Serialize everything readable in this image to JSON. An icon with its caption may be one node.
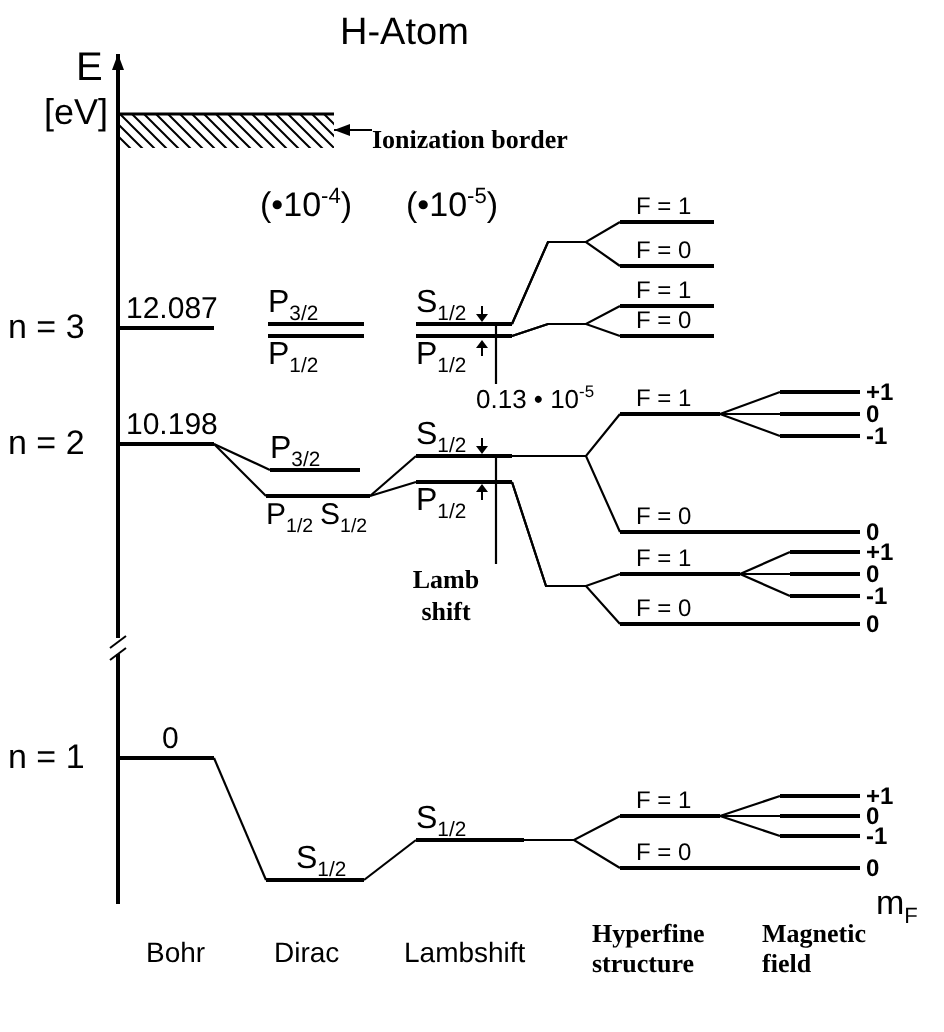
{
  "diagram": {
    "title": "H-Atom",
    "nodes": [
      {
        "text": [],
        "shape": "box"
      },
      {
        "text": [
          "Ionization border"
        ]
      },
      {
        "text": [
          "12.087"
        ]
      },
      {
        "text": [
          "10.198"
        ]
      },
      {
        "text": [
          "0"
        ]
      },
      {
        "text": [
          "P$_{3/2}$"
        ]
      },
      {
        "text": [
          "P$_{1/2}$"
        ]
      },
      {
        "text": [
          "P$_{3/2}$"
        ]
      },
      {
        "text": [
          "P$_{1/2}$",
          "S$_{1/2}$"
        ]
      },
      {
        "text": [
          "S$_{1/2}$"
        ]
      },
      {
        "text": [
          "S$_{1/2}$"
        ]
      },
      {
        "text": [
          "P$_{1/2}$"
        ]
      },
      {
        "text": [
          "S$_{1/2}$"
        ]
      },
      {
        "text": [
          "P$_{1/2}$"
        ]
      },
      {
        "text": [
          "S$_{1/2}$"
        ]
      },
      {
        "text": [
          "F = 1"
        ]
      },
      {
        "text": [
          "F = 0"
        ]
      },
      {
        "text": [
          "F = 1"
        ]
      },
      {
        "text": [
          "F = 0"
        ]
      },
      {
        "text": [
          "F = 1"
        ]
      },
      {
        "text": [
          "F = 0"
        ],
        "beside": [
          "0"
        ]
      },
      {
        "text": [
          "F = 1"
        ]
      },
      {
        "text": [
          "F = 0"
        ],
        "beside": [
          "0"
        ]
      },
      {
        "text": [
          "F = 1"
        ]
      },
      {
        "text": [
          "F = 0"
        ],
        "beside": [
          "0"
        ]
      },
      {
        "text": [
          "+1"
        ]
      },
      {
        "text": [
          "0"
        ]
      },
      {
        "text": [
          "-1"
        ]
      },
      {
        "text": [
          "+1"
        ]
      },
      {
        "text": [
          "0"
        ]
      },
      {
        "text": [
          "-1"
        ]
      },
      {
        "text": [
          "+1"
        ]
      },
      {
        "text": [
          "0"
        ]
      },
      {
        "text": [
          "-1"
        ]
      },
      {
        "text": [
          "0.13 • 10$^{-5}$"
        ]
      },
      {
        "text": [
          "Lamb shift"
        ]
      }
    ],
    "edges": [
      {
        "from": 1,
        "to": 0,
        "arrow": "to"
      },
      {
        "from": 3,
        "to": 7,
        "arrow": "none"
      },
      {
        "from": 3,
        "to": 8,
        "arrow": "none"
      },
      {
        "from": 4,
        "to": 9,
        "arrow": "none"
      },
      {
        "from": 8,
        "to": 12,
        "arrow": "none"
      },
      {
        "from": 8,
        "to": 13,
        "arrow": "none"
      },
      {
        "from": 9,
        "to": 14,
        "arrow": "none"
      },
      {
        "from": 10,
        "to": 15,
        "arrow": "none"
      },
      {
        "from": 10,
        "to": 16,
        "arrow": "none"
      },
      {
        "from": 11,
        "to": 17,
        "arrow": "none"
      },
      {
        "from": 11,
        "to": 18,
        "arrow": "none"
      },
      {
        "from": 12,
        "to": 19,
        "arrow": "none"
      },
      {
        "from": 12,
        "to": 20,
        "arrow": "none"
      },
      {
        "from": 13,
        "to": 21,
        "arrow": "none"
      },
      {
        "from": 13,
        "to": 22,
        "arrow": "none"
      },
      {
        "from": 14,
        "to": 23,
        "arrow": "none"
      },
      {
        "from": 14,
        "to": 24,
        "arrow": "none"
      },
      {
        "from": 19,
        "to": 25,
        "arrow": "none"
      },
      {
        "from": 19,
        "to": 26,
        "arrow": "none"
      },
      {
        "from": 19,
        "to": 27,
        "arrow": "none"
      },
      {
        "from": 21,
        "to": 28,
        "arrow": "none"
      },
      {
        "from": 21,
        "to": 29,
        "arrow": "none"
      },
      {
        "from": 21,
        "to": 30,
        "arrow": "none"
      },
      {
        "from": 23,
        "to": 31,
        "arrow": "none"
      },
      {
        "from": 23,
        "to": 32,
        "arrow": "none"
      },
      {
        "from": 23,
        "to": 33,
        "arrow": "none"
      },
      {
        "from": 34,
        "to": 10,
        "arrow": "none"
      },
      {
        "from": 35,
        "to": 12,
        "arrow": "none"
      }
    ],
    "labels": [
      "E",
      "[eV]",
      "(•10$^{-4}$)",
      "(•10$^{-5}$)",
      "n = 3",
      "n = 2",
      "n = 1",
      "m$_{F}$",
      "Bohr",
      "Dirac",
      "Lambshift",
      "Hyperfine structure",
      "Magnetic field"
    ]
  }
}
